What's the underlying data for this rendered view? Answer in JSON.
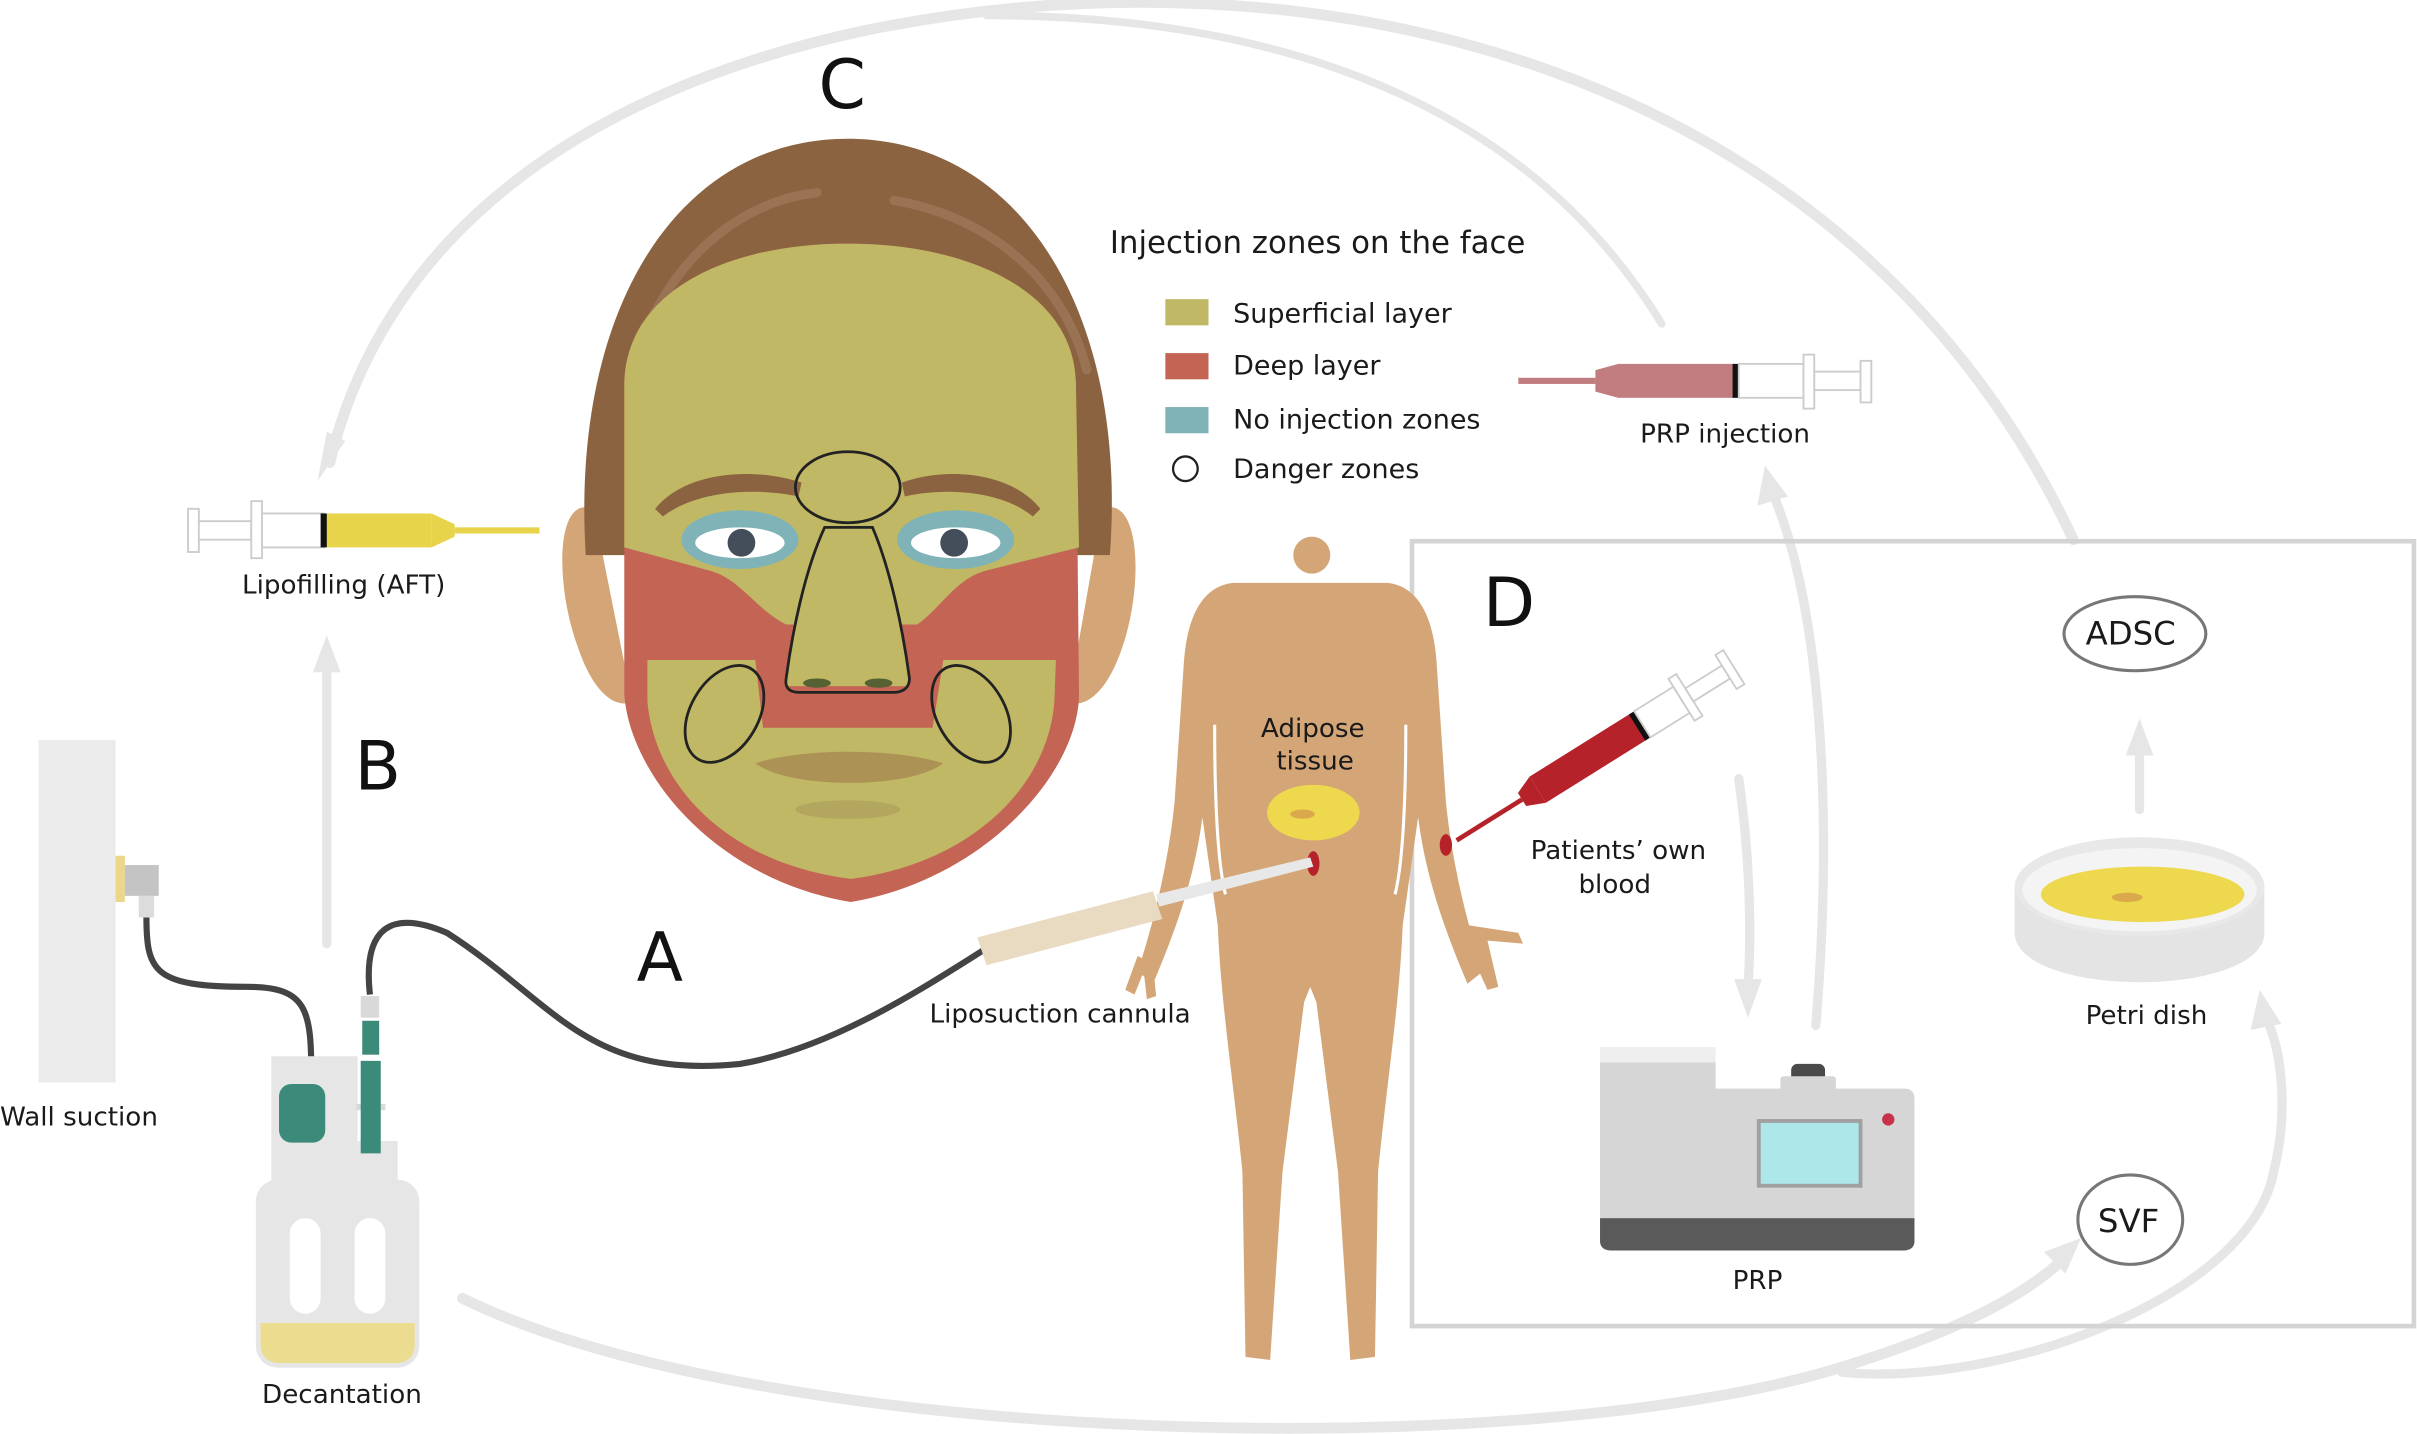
{
  "panels": {
    "a": "A",
    "b": "B",
    "c": "C",
    "d": "D"
  },
  "legend": {
    "title": "Injection zones on the face",
    "items": [
      {
        "label": "Superficial layer",
        "color": "#c0b865",
        "shape": "square"
      },
      {
        "label": "Deep layer",
        "color": "#c46454",
        "shape": "square"
      },
      {
        "label": "No injection zones",
        "color": "#7fb3b8",
        "shape": "square"
      },
      {
        "label": "Danger zones",
        "color": "#ffffff",
        "shape": "circle-outline"
      }
    ]
  },
  "labels": {
    "lipofilling": "Lipofilling (AFT)",
    "prp_injection": "PRP injection",
    "wall_suction": "Wall suction",
    "decantation": "Decantation",
    "liposuction_cannula": "Liposuction cannula",
    "adipose_tissue_line1": "Adipose",
    "adipose_tissue_line2": "tissue",
    "patients_blood_line1": "Patients’ own",
    "patients_blood_line2": "blood",
    "prp": "PRP",
    "petri_dish": "Petri dish",
    "adsc": "ADSC",
    "svf": "SVF"
  },
  "colors": {
    "hair": "#8b6340",
    "skin_superficial": "#c0b865",
    "skin_deep": "#c46454",
    "no_injection": "#7fb3b8",
    "body_skin": "#d4a677",
    "fat_yellow": "#eed84e",
    "blood_red": "#b5222a",
    "prp_syringe": "#c07c7e",
    "tubing": "#444444",
    "connector_teal": "#3c8a7a",
    "arrow_grey": "#e6e6e6",
    "device_grey": "#d6d6d6",
    "device_dark": "#5a5a5a",
    "screen_cyan": "#ade7e9"
  }
}
